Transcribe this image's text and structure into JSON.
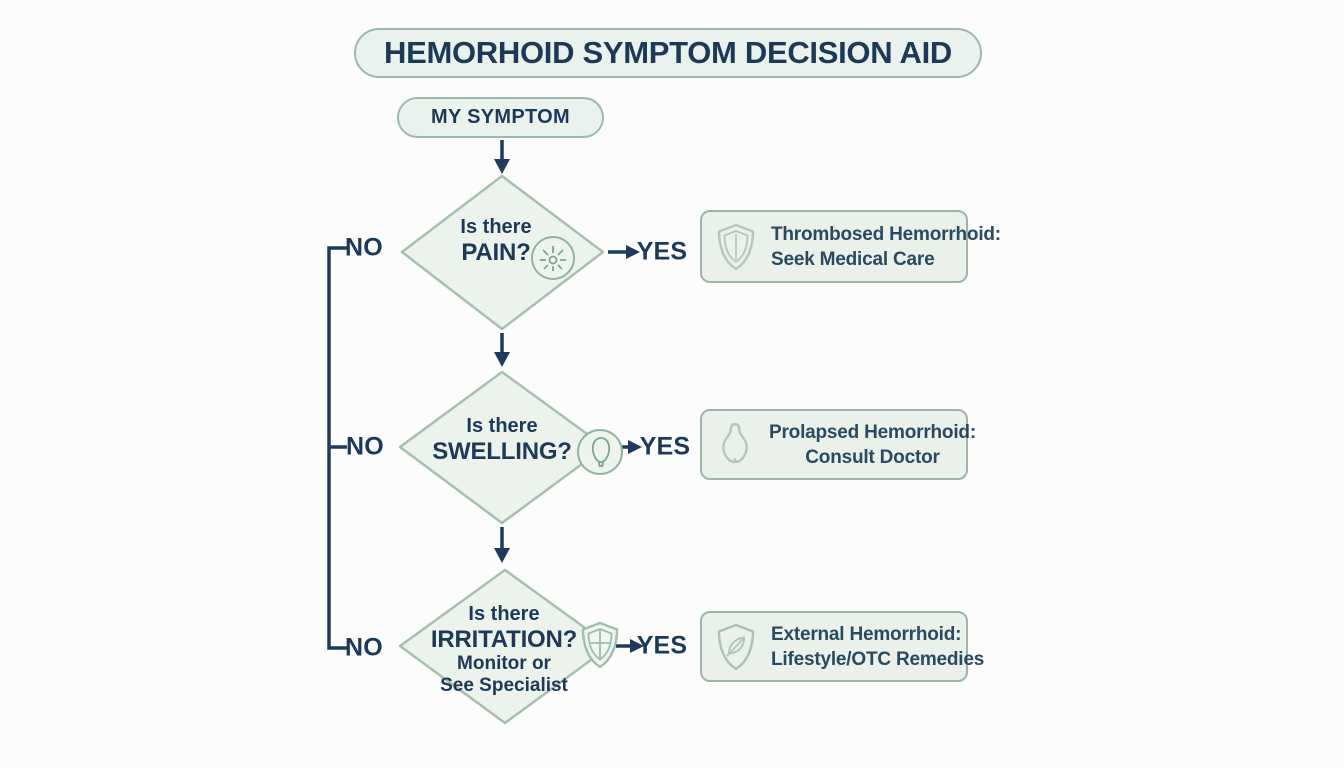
{
  "title": "HEMORHOID SYMPTOM DECISION AID",
  "start": {
    "label": "MY SYMPTOM"
  },
  "colors": {
    "line": "#1e3a5c",
    "text_navy": "#1c3a57",
    "node_fill": "#ecf3ed",
    "node_border": "#a7bfae",
    "box_fill": "#e9f1ea",
    "box_border": "#9db5a7",
    "icon_green": "#aec6b6"
  },
  "decisions": [
    {
      "question_line1": "Is there",
      "question_line2": "PAIN?",
      "icon": "pain-burst-icon",
      "no_label": "NO",
      "yes_label": "YES",
      "outcome": {
        "icon": "shield-icon",
        "line1": "Thrombosed Hemorrhoid:",
        "line2": "Seek Medical Care"
      }
    },
    {
      "question_line1": "Is there",
      "question_line2": "SWELLING?",
      "icon": "balloon-icon",
      "no_label": "NO",
      "yes_label": "YES",
      "outcome": {
        "icon": "prolapse-bulb-icon",
        "line1": "Prolapsed Hemorrhoid:",
        "line2": "Consult Doctor"
      }
    },
    {
      "question_line1": "Is there",
      "question_line2": "IRRITATION?",
      "question_line3": "Monitor or",
      "question_line4": "See Specialist",
      "icon": "shield-cross-icon",
      "no_label": "NO",
      "yes_label": "YES",
      "outcome": {
        "icon": "shield-leaf-icon",
        "line1": "External Hemorrhoid:",
        "line2": "Lifestyle/OTC Remedies"
      }
    }
  ]
}
